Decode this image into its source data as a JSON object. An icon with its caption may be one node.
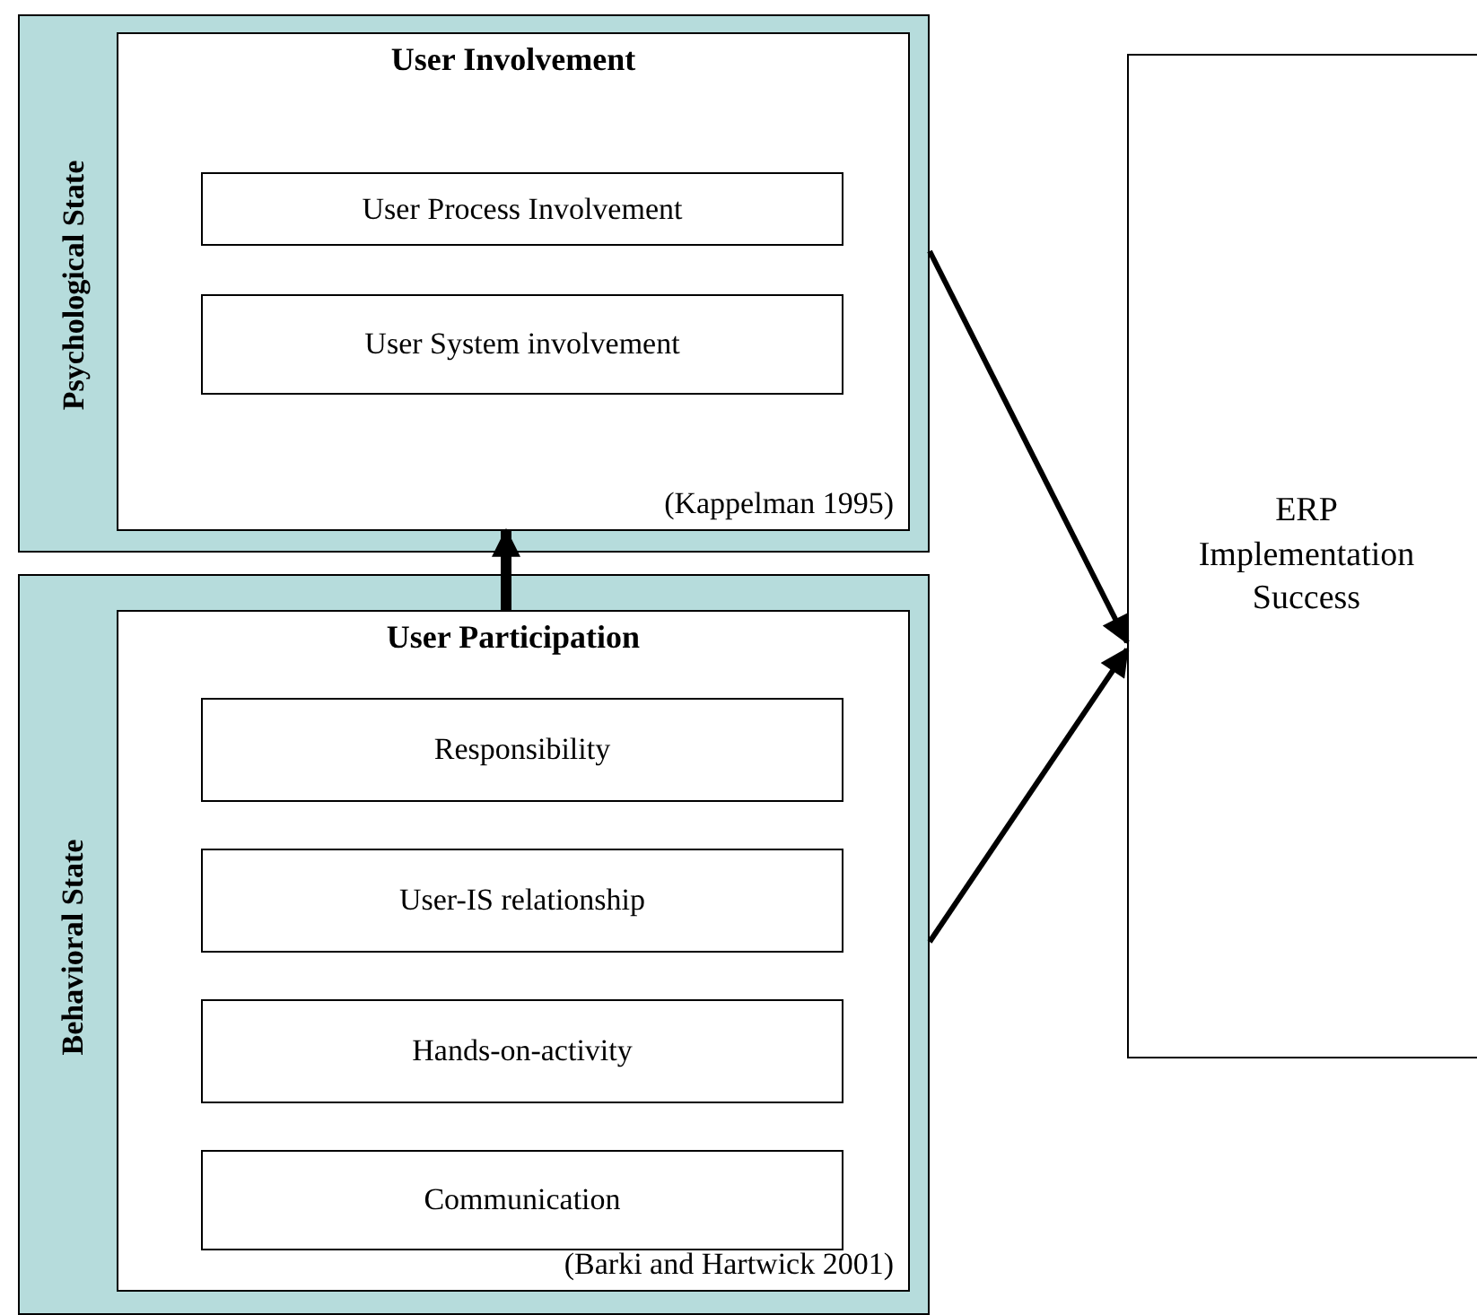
{
  "diagram": {
    "nodes": [
      {
        "text": [
          "Psychological State"
        ]
      },
      {
        "text": [
          "User Involvement",
          "(Kappelman 1995)"
        ],
        "in": 0
      },
      {
        "text": [
          "User Process Involvement"
        ],
        "in": 1
      },
      {
        "text": [
          "User System involvement"
        ],
        "in": 1
      },
      {
        "text": [
          "Behavioral State"
        ]
      },
      {
        "text": [
          "User Participation",
          "(Barki and Hartwick 2001)"
        ],
        "in": 4
      },
      {
        "text": [
          "Responsibility"
        ],
        "in": 5
      },
      {
        "text": [
          "User-IS relationship"
        ],
        "in": 5
      },
      {
        "text": [
          "Hands-on-activity"
        ],
        "in": 5
      },
      {
        "text": [
          "Communication"
        ],
        "in": 5
      },
      {
        "text": [
          "ERP Implementation Success"
        ]
      }
    ],
    "edges": [
      {
        "from": 5,
        "to": 1,
        "arrow": "to",
        "style": "thick"
      },
      {
        "from": 0,
        "to": 10,
        "arrow": "to"
      },
      {
        "from": 4,
        "to": 10,
        "arrow": "to"
      }
    ]
  }
}
